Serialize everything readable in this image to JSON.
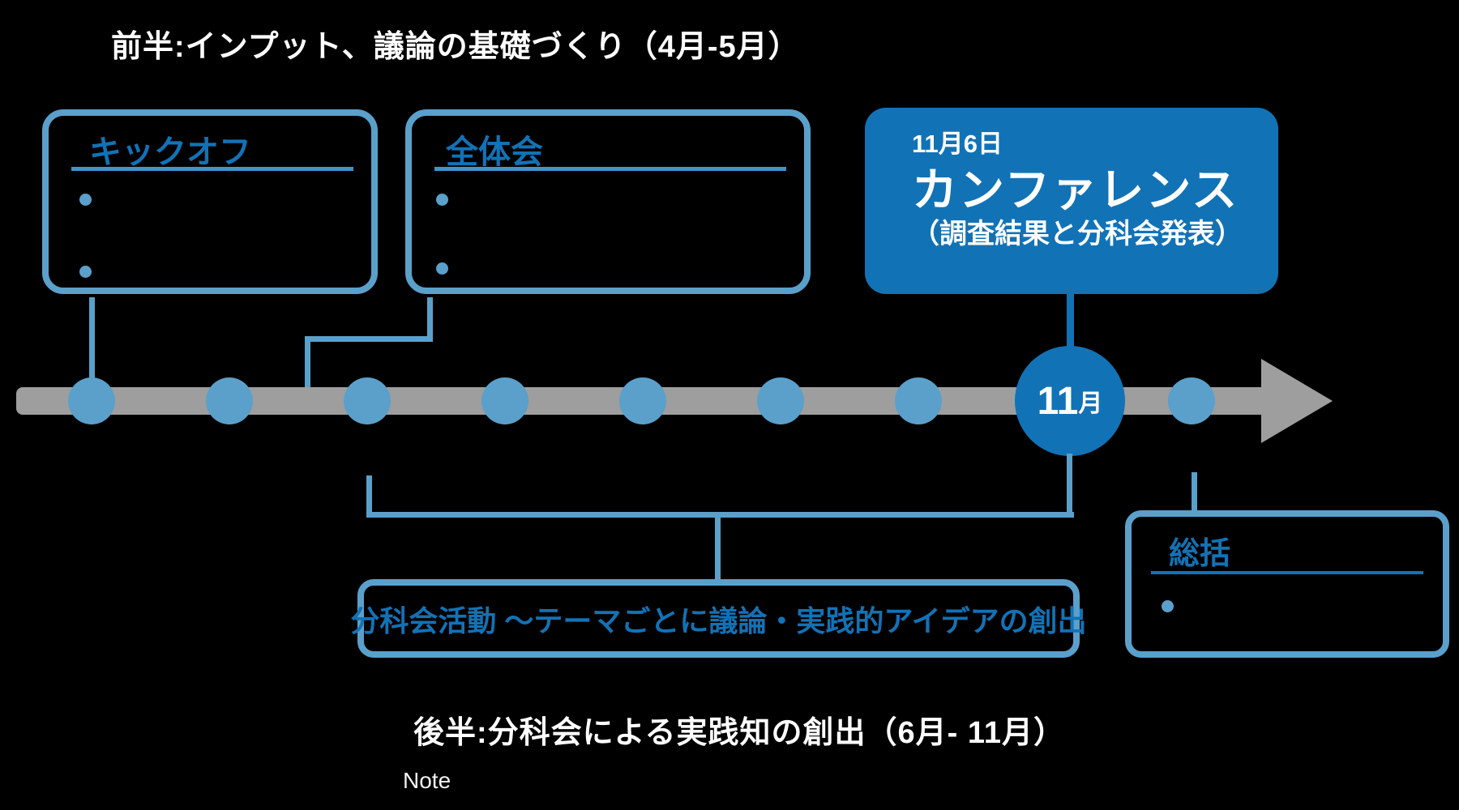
{
  "colors": {
    "background": "#000000",
    "light_blue": "#5AA0CB",
    "dark_blue": "#1272B6",
    "timeline_gray": "#9E9E9E",
    "text_white": "#FFFFFF"
  },
  "phases": {
    "first_half": "前半:インプット、議論の基礎づくり（4月-5月）",
    "second_half": "後半:分科会による実践知の創出（6月- 11月）"
  },
  "boxes": {
    "kickoff": {
      "title": "キックオフ",
      "bullet_count": 2
    },
    "plenary": {
      "title": "全体会",
      "bullet_count": 2
    },
    "conference": {
      "date": "11月6日",
      "title": "カンファレンス",
      "subtitle": "（調査結果と分科会発表）"
    },
    "subcommittee": {
      "label": "分科会活動 〜テーマごとに議論・実践的アイデアの創出"
    },
    "summary": {
      "title": "総括",
      "bullet_count": 1
    }
  },
  "timeline": {
    "dot_count": 8,
    "milestone": {
      "number": "11",
      "unit": "月"
    }
  },
  "note": {
    "label": "Note"
  }
}
